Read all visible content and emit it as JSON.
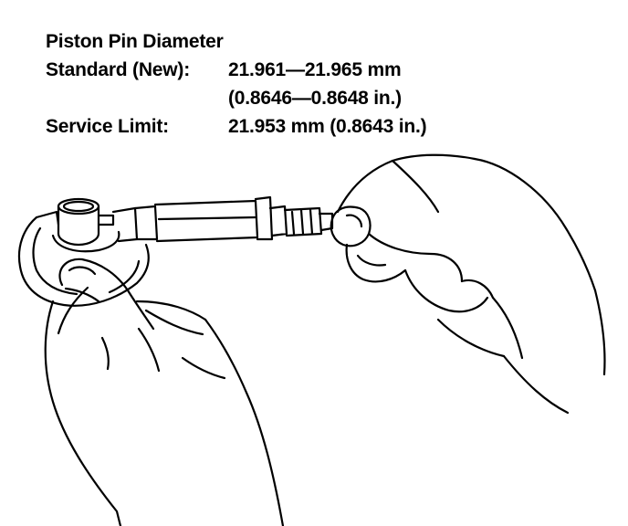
{
  "spec": {
    "title": "Piston Pin Diameter",
    "standard_label": "Standard (New):",
    "standard_mm": "21.961—21.965 mm",
    "standard_in": "(0.8646—0.8648 in.)",
    "service_limit_label": "Service Limit:",
    "service_limit_value": "21.953 mm (0.8643 in.)"
  },
  "illustration": {
    "subject": "micrometer-held-in-hands-icon",
    "line_color": "#000000",
    "background_color": "#ffffff"
  }
}
